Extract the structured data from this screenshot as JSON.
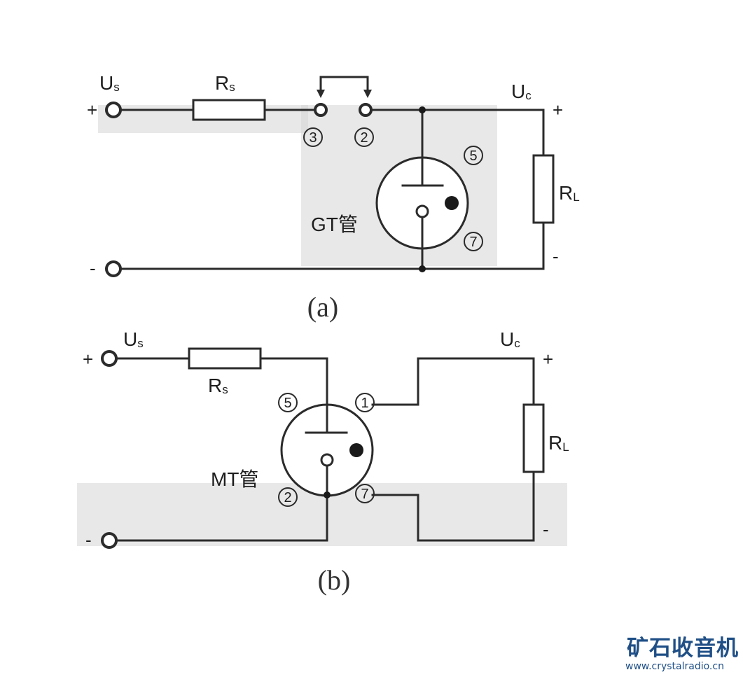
{
  "diagram_a": {
    "source_label": "U",
    "source_sub": "s",
    "series_resistor_label": "R",
    "series_resistor_sub": "s",
    "output_label": "U",
    "output_sub": "c",
    "load_label": "R",
    "load_sub": "L",
    "plus_in": "+",
    "minus_in": "-",
    "plus_out": "+",
    "minus_out": "-",
    "pin_left": "3",
    "pin_right": "2",
    "pin_top": "5",
    "pin_bottom": "7",
    "tube_name": "GT管",
    "caption": "(a)"
  },
  "diagram_b": {
    "source_label": "U",
    "source_sub": "s",
    "series_resistor_label": "R",
    "series_resistor_sub": "s",
    "output_label": "U",
    "output_sub": "c",
    "load_label": "R",
    "load_sub": "L",
    "plus_in": "+",
    "minus_in": "-",
    "plus_out": "+",
    "minus_out": "-",
    "pin_top_left": "5",
    "pin_top_right": "1",
    "pin_bottom_left": "2",
    "pin_bottom_right": "7",
    "tube_name": "MT管",
    "caption": "(b)"
  },
  "watermark": {
    "brand": "矿石收音机",
    "url": "www.crystalradio.cn"
  }
}
